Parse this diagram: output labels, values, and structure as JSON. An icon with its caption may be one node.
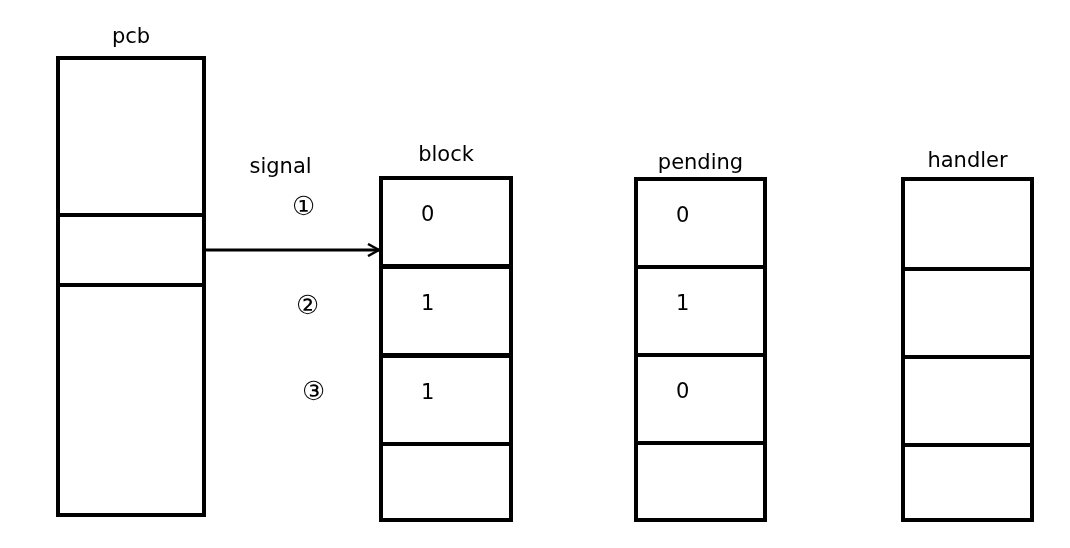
{
  "diagram": {
    "nodes": [
      {
        "text": [
          "pcb"
        ]
      },
      {
        "text": [],
        "shape": "box",
        "in": 0
      },
      {
        "text": [
          "block"
        ]
      },
      {
        "text": [
          "0"
        ],
        "in": 2
      },
      {
        "text": [
          "1"
        ],
        "in": 2
      },
      {
        "text": [
          "1"
        ],
        "in": 2
      },
      {
        "text": [],
        "shape": "box",
        "in": 2
      },
      {
        "text": [
          "pending"
        ]
      },
      {
        "text": [
          "0"
        ],
        "in": 7
      },
      {
        "text": [
          "1"
        ],
        "in": 7
      },
      {
        "text": [
          "0"
        ],
        "in": 7
      },
      {
        "text": [],
        "shape": "box",
        "in": 7
      },
      {
        "text": [
          "handler"
        ]
      },
      {
        "text": [],
        "shape": "box",
        "in": 12
      },
      {
        "text": [],
        "shape": "box",
        "in": 12
      },
      {
        "text": [],
        "shape": "box",
        "in": 12
      },
      {
        "text": [],
        "shape": "box",
        "in": 12
      }
    ],
    "edges": [
      {
        "from": 1,
        "to": 3,
        "arrow": "to",
        "label": "signal"
      }
    ],
    "labels": [
      "①",
      "②",
      "③"
    ]
  }
}
